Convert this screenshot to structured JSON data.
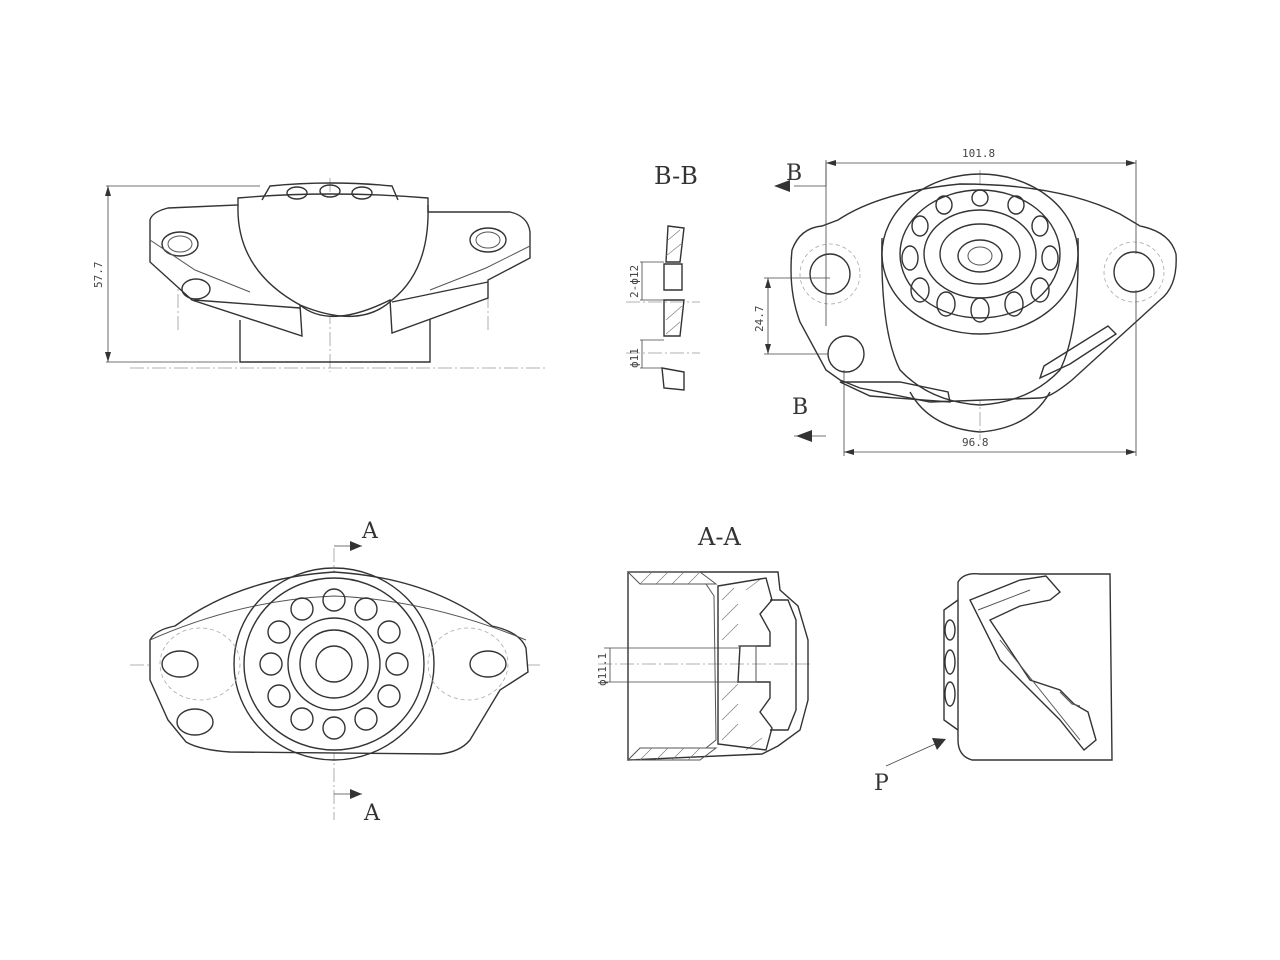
{
  "views": {
    "side_view": {
      "dim_height": "57.7"
    },
    "section_bb": {
      "title": "B-B",
      "dim_holes": "2-ϕ12",
      "dim_bore": "ϕ11"
    },
    "top_view": {
      "dim_top_width": "101.8",
      "dim_bottom_width": "96.8",
      "dim_offset": "24.7",
      "cut_label_top": "B",
      "cut_label_bottom": "B"
    },
    "front_view": {
      "cut_label_top": "A",
      "cut_label_bottom": "A"
    },
    "section_aa": {
      "title": "A-A",
      "dim_bore": "ϕ11.1"
    },
    "perspective_view": {
      "view_label": "P"
    }
  }
}
